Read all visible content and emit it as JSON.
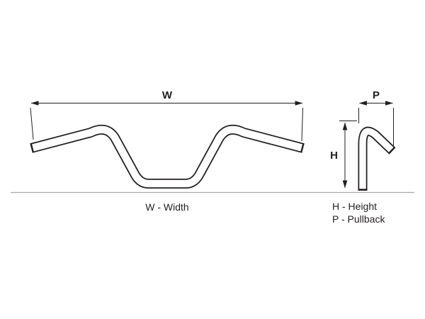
{
  "diagram": {
    "subject": "handlebar-dimension-diagram",
    "front_view": {
      "width_dim_label": "W",
      "caption": "W - Width"
    },
    "side_view": {
      "height_dim_label": "H",
      "pullback_dim_label": "P",
      "height_caption": "H - Height",
      "pullback_caption": "P - Pullback"
    },
    "colors": {
      "outline": "#231f20",
      "baseline": "#a7a9ac",
      "background": "#ffffff"
    }
  }
}
